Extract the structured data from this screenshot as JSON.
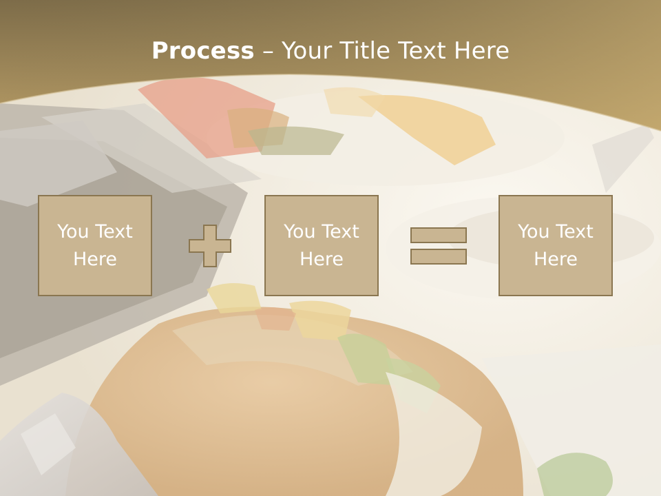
{
  "slide": {
    "title_bold": "Process",
    "title_rest": " – Your Title Text Here",
    "boxes": [
      {
        "label": "You Text\nHere"
      },
      {
        "label": "You Text\nHere"
      },
      {
        "label": "You Text\nHere"
      }
    ],
    "operators": [
      "plus-icon",
      "equals-icon"
    ],
    "colors": {
      "header_dark": "#7a6a48",
      "header_light": "#c2a66c",
      "box_fill": "#c9b592",
      "box_border": "#8a7650",
      "text": "#ffffff"
    }
  }
}
